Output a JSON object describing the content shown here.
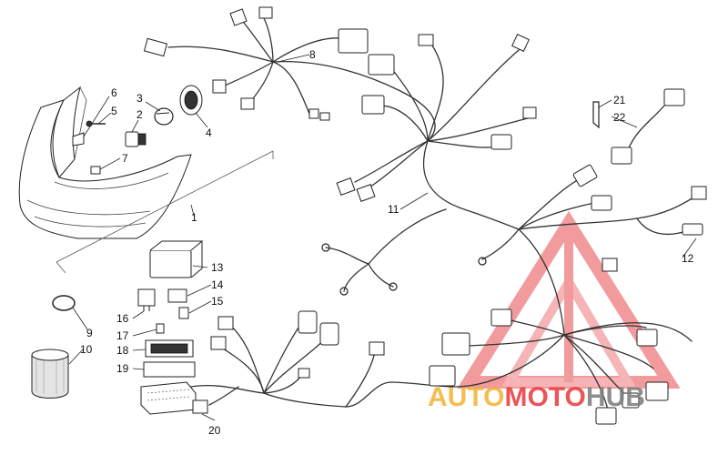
{
  "callouts": {
    "c1": "1",
    "c2": "2",
    "c3": "3",
    "c4": "4",
    "c5": "5",
    "c6": "6",
    "c7": "7",
    "c8": "8",
    "c9": "9",
    "c10": "10",
    "c11": "11",
    "c12": "12",
    "c13": "13",
    "c14": "14",
    "c15": "15",
    "c16": "16",
    "c17": "17",
    "c18": "18",
    "c19": "19",
    "c20": "20",
    "c21": "21",
    "c22": "22"
  },
  "watermark": {
    "part1": "AUTO",
    "part2": "MOTO",
    "part3": "HUB",
    "color_red": "#e8383d",
    "color_gold": "#f2b233",
    "color_gray": "#7a7a7a"
  }
}
